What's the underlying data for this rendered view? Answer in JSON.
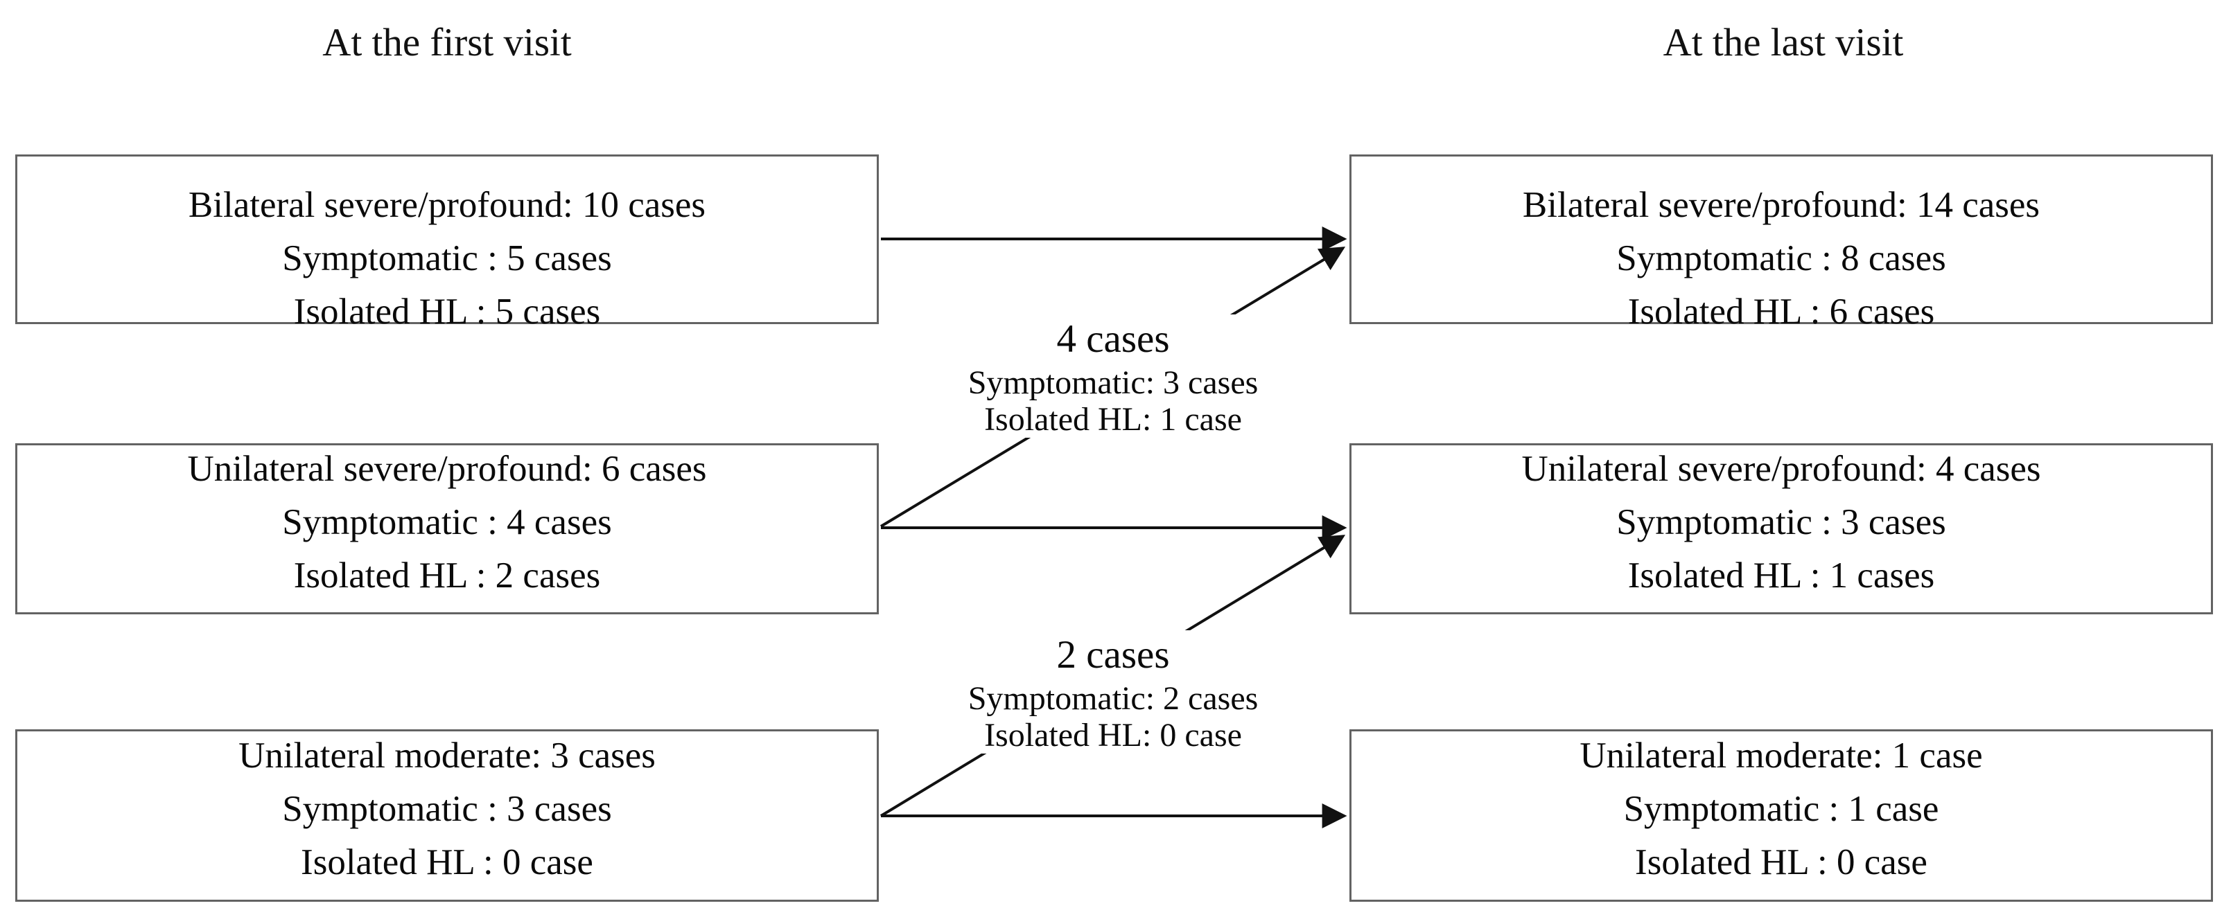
{
  "headers": {
    "left": "At the first visit",
    "right": "At the last visit"
  },
  "first_visit_boxes": [
    {
      "lines": [
        "Bilateral severe/profound: 10 cases",
        "Symptomatic : 5 cases",
        "Isolated HL : 5 cases"
      ]
    },
    {
      "lines": [
        "Unilateral severe/profound: 6 cases",
        "Symptomatic : 4 cases",
        "Isolated HL : 2 cases"
      ]
    },
    {
      "lines": [
        "Unilateral moderate: 3 cases",
        "Symptomatic : 3 cases",
        "Isolated HL : 0 case"
      ]
    }
  ],
  "last_visit_boxes": [
    {
      "lines": [
        "Bilateral severe/profound: 14 cases",
        "Symptomatic : 8 cases",
        "Isolated HL : 6 cases"
      ]
    },
    {
      "lines": [
        "Unilateral severe/profound: 4 cases",
        "Symptomatic : 3 cases",
        "Isolated HL : 1 cases"
      ]
    },
    {
      "lines": [
        "Unilateral moderate: 1 case",
        "Symptomatic : 1 case",
        "Isolated HL : 0 case"
      ]
    }
  ],
  "transition_labels": [
    {
      "headline": "4 cases",
      "detail_lines": [
        "Symptomatic: 3 cases",
        "Isolated HL: 1 case"
      ]
    },
    {
      "headline": "2 cases",
      "detail_lines": [
        "Symptomatic: 2 cases",
        "Isolated HL: 0 case"
      ]
    }
  ],
  "colors": {
    "background": "#ffffff",
    "text": "#0a0a0a",
    "box_border": "#636363",
    "arrow": "#111111"
  }
}
